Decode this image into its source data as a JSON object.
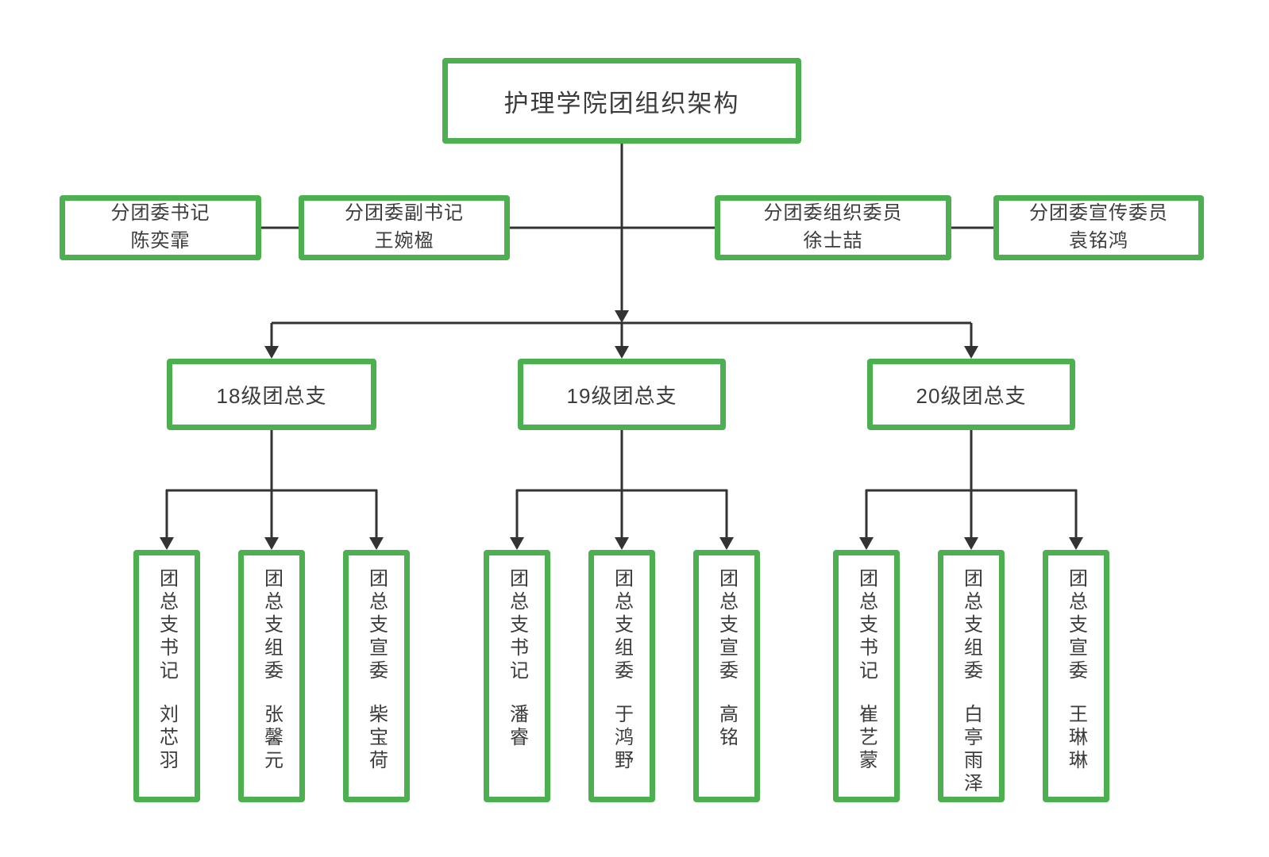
{
  "title": "护理学院团组织架构",
  "colors": {
    "box_border": "#4CAF50",
    "connector_line": "#333333",
    "text": "#3C3C3C",
    "background": "#FFFFFF"
  },
  "committee": [
    {
      "role": "分团委书记",
      "name": "陈奕霏"
    },
    {
      "role": "分团委副书记",
      "name": "王婉楹"
    },
    {
      "role": "分团委组织委员",
      "name": "徐士喆"
    },
    {
      "role": "分团委宣传委员",
      "name": "袁铭鸿"
    }
  ],
  "branches": [
    {
      "label": "18级团总支",
      "members": [
        {
          "role": "团总支书记",
          "name": "刘芯羽"
        },
        {
          "role": "团总支组委",
          "name": "张馨元"
        },
        {
          "role": "团总支宣委",
          "name": "柴宝荷"
        }
      ]
    },
    {
      "label": "19级团总支",
      "members": [
        {
          "role": "团总支书记",
          "name": "潘睿"
        },
        {
          "role": "团总支组委",
          "name": "于鸿野"
        },
        {
          "role": "团总支宣委",
          "name": "高铭"
        }
      ]
    },
    {
      "label": "20级团总支",
      "members": [
        {
          "role": "团总支书记",
          "name": "崔艺蒙"
        },
        {
          "role": "团总支组委",
          "name": "白亭雨泽"
        },
        {
          "role": "团总支宣委",
          "name": "王琳琳"
        }
      ]
    }
  ]
}
